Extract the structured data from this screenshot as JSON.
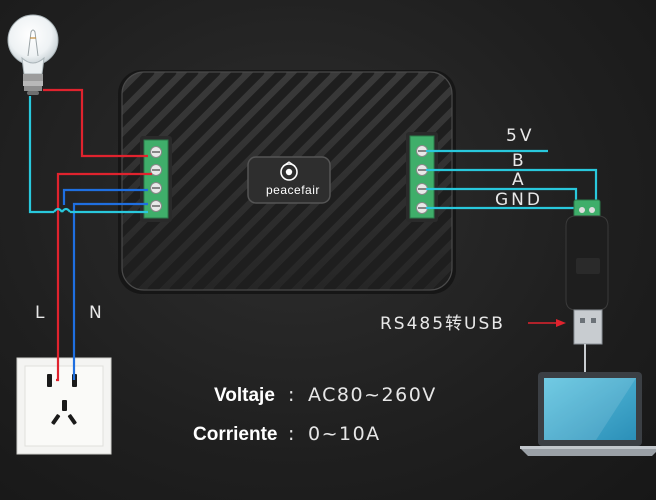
{
  "device": {
    "brand": "peacefair"
  },
  "terminals": {
    "five_v": "5V",
    "b": "B",
    "a": "A",
    "gnd": "GND"
  },
  "mains": {
    "line": "L",
    "neutral": "N"
  },
  "converter_label": "RS485转USB",
  "specs": {
    "voltage_key": "Voltaje",
    "voltage_sep": ":",
    "voltage_value": "AC80~260V",
    "current_key": "Corriente",
    "current_sep": ":",
    "current_value": "0~10A"
  },
  "colors": {
    "live_wire": "#e0232e",
    "neutral_wire": "#1f6fe0",
    "signal_wire": "#29c8dc",
    "terminal_green": "#3fae6a"
  }
}
